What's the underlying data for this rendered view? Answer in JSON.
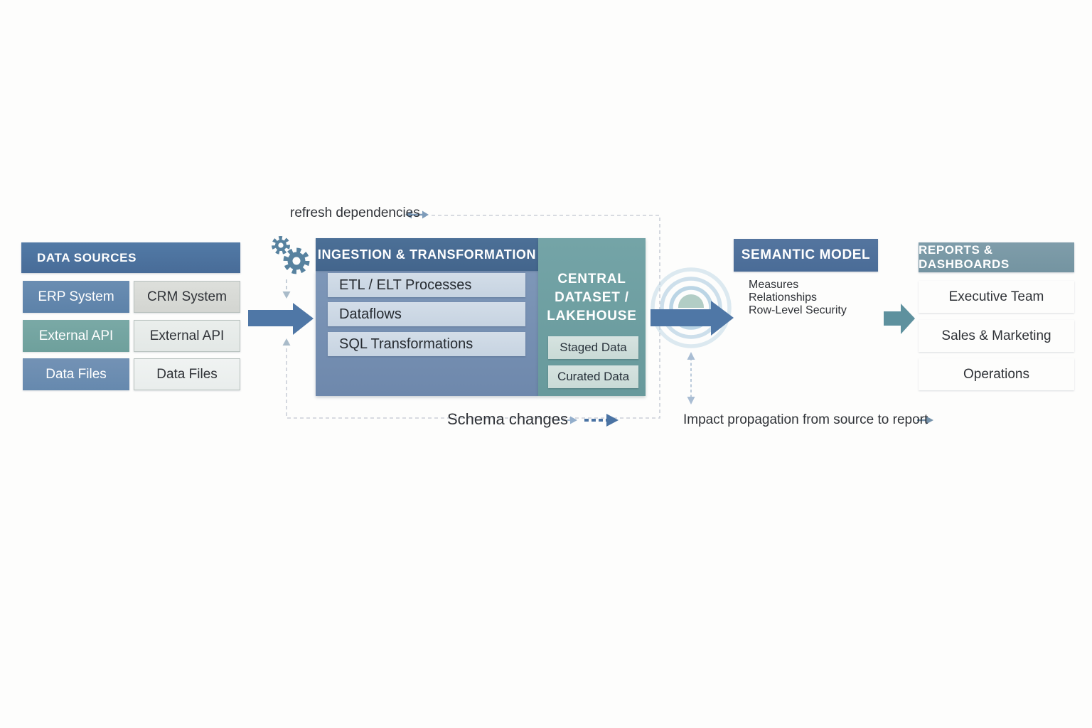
{
  "annotations": {
    "refresh_dependencies": "refresh dependencies",
    "schema_changes": "Schema changes",
    "impact_propagation": "Impact propagation from source to report"
  },
  "data_sources": {
    "title": "DATA SOURCES",
    "primary": [
      "ERP System",
      "External API",
      "Data Files"
    ],
    "secondary": [
      "CRM System",
      "External API",
      "Data Files"
    ]
  },
  "ingestion": {
    "title": "INGESTION & TRANSFORMATION",
    "processes": [
      "ETL / ELT Processes",
      "Dataflows",
      "SQL Transformations"
    ]
  },
  "central_dataset": {
    "title_lines": [
      "CENTRAL",
      "DATASET /",
      "LAKEHOUSE"
    ],
    "layers": [
      "Staged Data",
      "Curated Data"
    ]
  },
  "semantic_model": {
    "title": "SEMANTIC MODEL",
    "components": [
      "Measures",
      "Relationships",
      "Row-Level Security"
    ]
  },
  "reports": {
    "title": "REPORTS & DASHBOARDS",
    "audiences": [
      "Executive Team",
      "Sales & Marketing",
      "Operations"
    ]
  },
  "colors": {
    "header_blue": "#4d72a0",
    "ingestion_header_blue": "#466a92",
    "semantic_header_blue": "#4e709b",
    "panel_blue": "#7a94b5",
    "source_teal": "#73a4a1",
    "central_teal": "#6fa0a2",
    "reports_header_teal": "#7b9aa6",
    "arrow_blue": "#4f77a6",
    "arrow_teal": "#5e919e",
    "dashed_gray": "#cbd0d8"
  }
}
